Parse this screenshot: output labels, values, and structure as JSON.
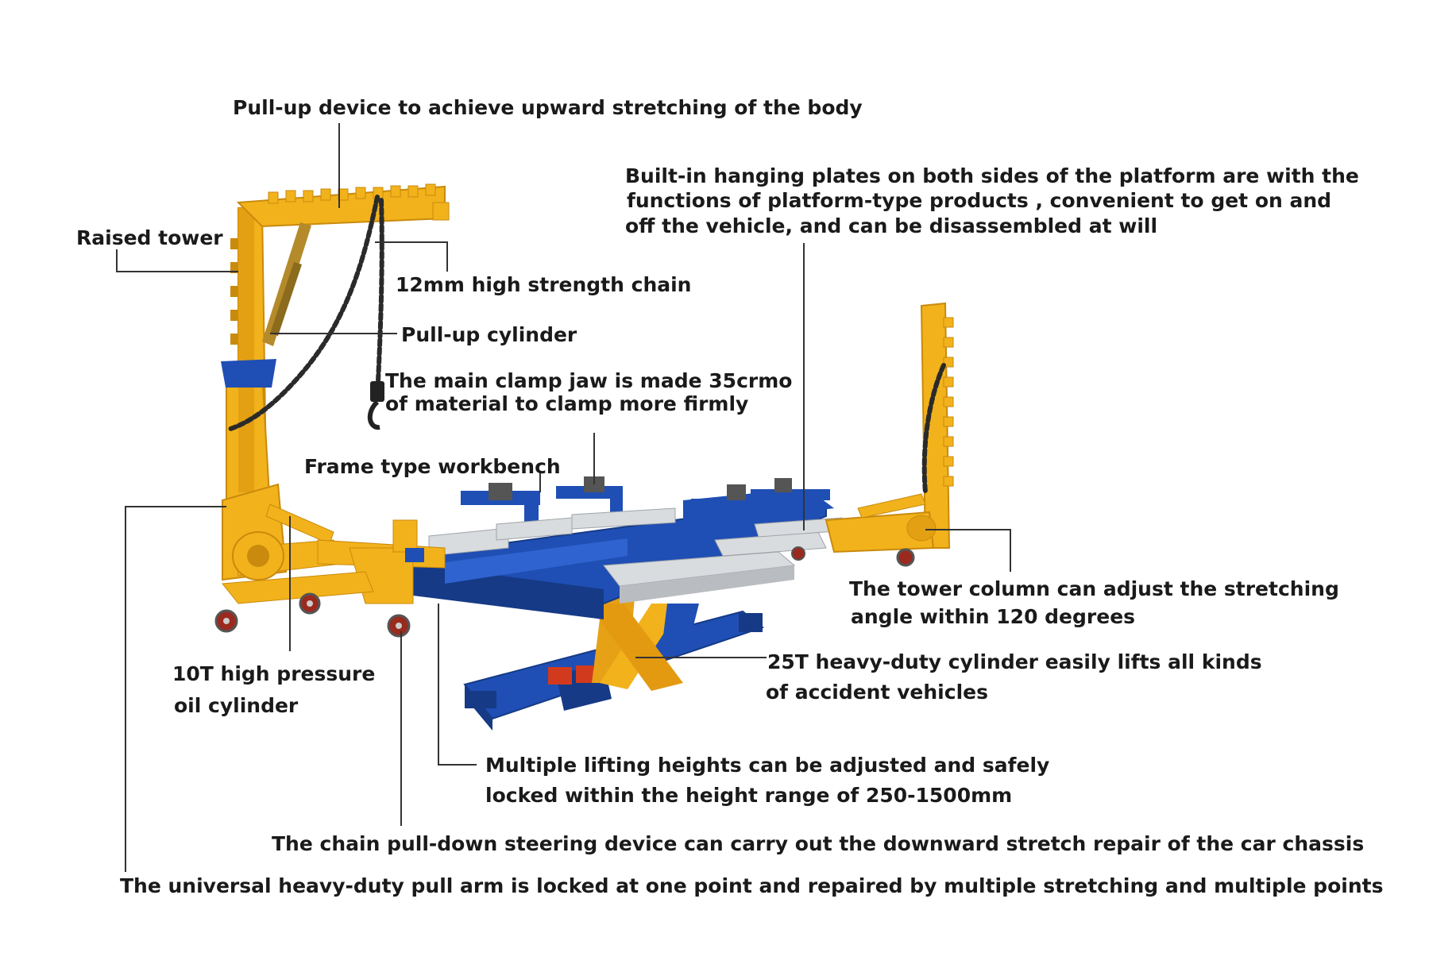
{
  "colors": {
    "frame_yellow": "#f2b21b",
    "frame_yellow_dark": "#c98a0d",
    "bench_blue": "#1f4fb4",
    "bench_blue_dark": "#163a86",
    "plate_silver": "#d9dcdf",
    "chain": "#2a2a2a",
    "leader_line": "#333333",
    "label_text": "#1a1a1a",
    "cylinder_red": "#d23a1e"
  },
  "labels": {
    "pull_up_device": "Pull-up device to achieve upward stretching of the body",
    "raised_tower": "Raised tower",
    "hanging_plates_1": "Built-in hanging plates on both sides of the platform are with the",
    "hanging_plates_2": "functions of platform-type products , convenient to get on and",
    "hanging_plates_3": "off the vehicle, and can be disassembled at will",
    "chain": "12mm high strength chain",
    "pull_up_cylinder": "Pull-up cylinder",
    "clamp_jaw_1": "The main clamp jaw is made 35crmo",
    "clamp_jaw_2": "of material to clamp more firmly",
    "frame_workbench": "Frame type workbench",
    "tower_column_1": "The tower column can adjust the stretching",
    "tower_column_2": "angle within 120 degrees",
    "heavy_cylinder_1": "25T heavy-duty cylinder easily lifts all kinds",
    "heavy_cylinder_2": "of accident vehicles",
    "oil_cylinder_1": "10T high pressure",
    "oil_cylinder_2": "oil cylinder",
    "lifting_heights_1": "Multiple lifting heights can be adjusted and safely",
    "lifting_heights_2": "locked within the height range of 250-1500mm",
    "chain_pull_down": "The chain pull-down steering device can carry out the downward stretch repair of the car chassis",
    "pull_arm": "The universal heavy-duty pull arm is locked at one point and repaired by multiple stretching and multiple points"
  }
}
